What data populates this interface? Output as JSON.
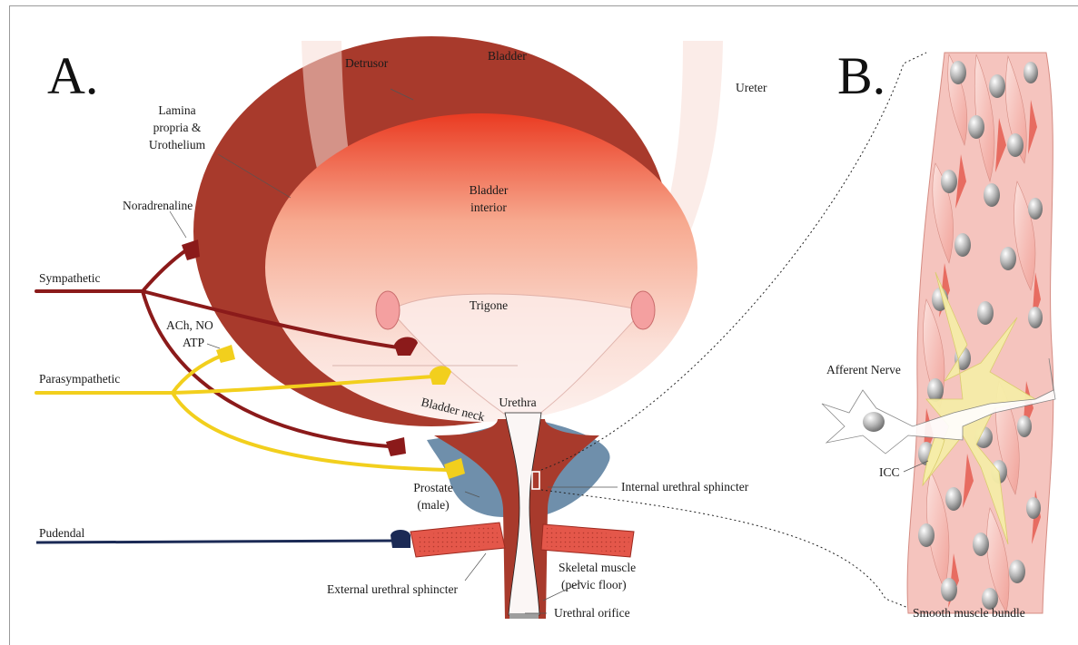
{
  "panels": {
    "a": "A.",
    "b": "B."
  },
  "labels": {
    "detrusor": "Detrusor",
    "bladder": "Bladder",
    "ureter": "Ureter",
    "lamina_1": "Lamina",
    "lamina_2": "propria &",
    "lamina_3": "Urothelium",
    "bladder_interior_1": "Bladder",
    "bladder_interior_2": "interior",
    "noradrenaline": "Noradrenaline",
    "sympathetic": "Sympathetic",
    "trigone": "Trigone",
    "ach_no": "ACh, NO",
    "atp": "ATP",
    "parasympathetic": "Parasympathetic",
    "bladder_neck": "Bladder neck",
    "urethra": "Urethra",
    "prostate_1": "Prostate",
    "prostate_2": "(male)",
    "internal_sphincter": "Internal urethral sphincter",
    "pudendal": "Pudendal",
    "external_sphincter": "External urethral sphincter",
    "skeletal_1": "Skeletal muscle",
    "skeletal_2": "(pelvic floor)",
    "urethral_orifice": "Urethral orifice",
    "afferent_nerve": "Afferent Nerve",
    "icc": "ICC",
    "smooth_muscle_bundle": "Smooth muscle bundle"
  },
  "colors": {
    "detrusor": "#a83a2c",
    "sympathetic": "#8b1a1a",
    "parasympathetic": "#f2cf1d",
    "pudendal": "#1b2a55",
    "prostate": "#6f8fab",
    "skeletal": "#e4574a",
    "icc": "#f6eda8"
  }
}
